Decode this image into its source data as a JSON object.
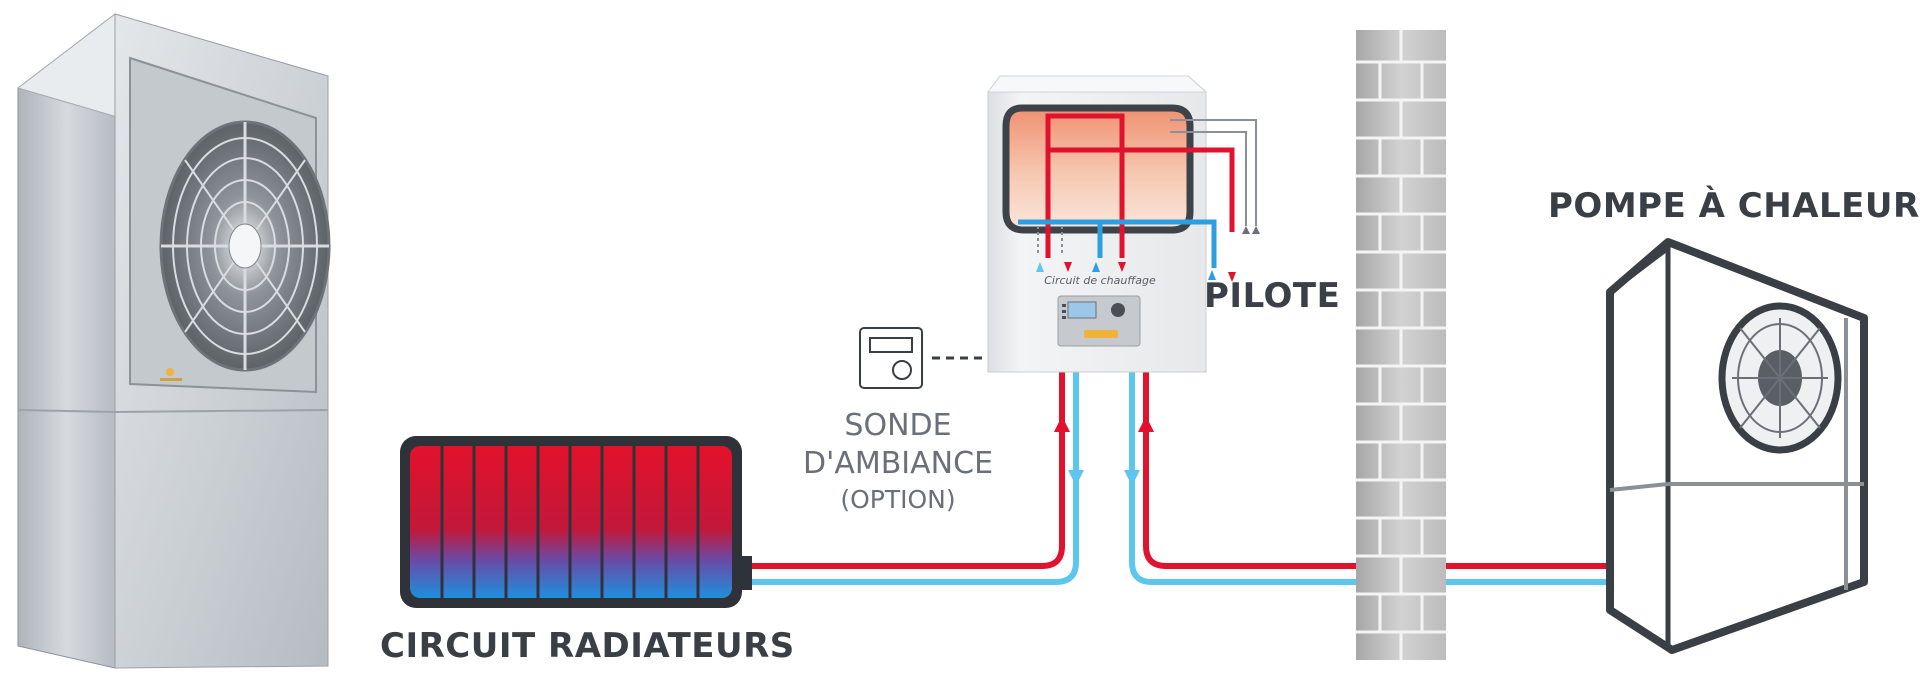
{
  "labels": {
    "heat_pump": "POMPE À CHALEUR",
    "pilot": "PILOTE",
    "radiator_circuit": "CIRCUIT RADIATEURS",
    "ambient_probe_line1": "SONDE",
    "ambient_probe_line2": "D'AMBIANCE",
    "ambient_probe_line3": "(OPTION)",
    "pilot_panel_caption": "Circuit de chauffage"
  },
  "colors": {
    "hot_pipe": "#e0122d",
    "cold_pipe": "#5cc6ee",
    "wall_brick": "#c9c9c9",
    "outline": "#3a3f46",
    "label_dark": "#3a3f46",
    "label_light": "#6b7078",
    "unit_body": "#c7ccd2",
    "tank_top": "#ee8a6a"
  },
  "icons": {
    "outdoor_unit_photo": "heat-pump-outdoor-unit",
    "heat_pump_outline": "heat-pump-outline",
    "pilot_unit": "hydraulic-module",
    "thermostat": "room-thermostat",
    "radiator": "radiator",
    "wall": "brick-wall",
    "flow_arrows": "flow-arrows"
  }
}
